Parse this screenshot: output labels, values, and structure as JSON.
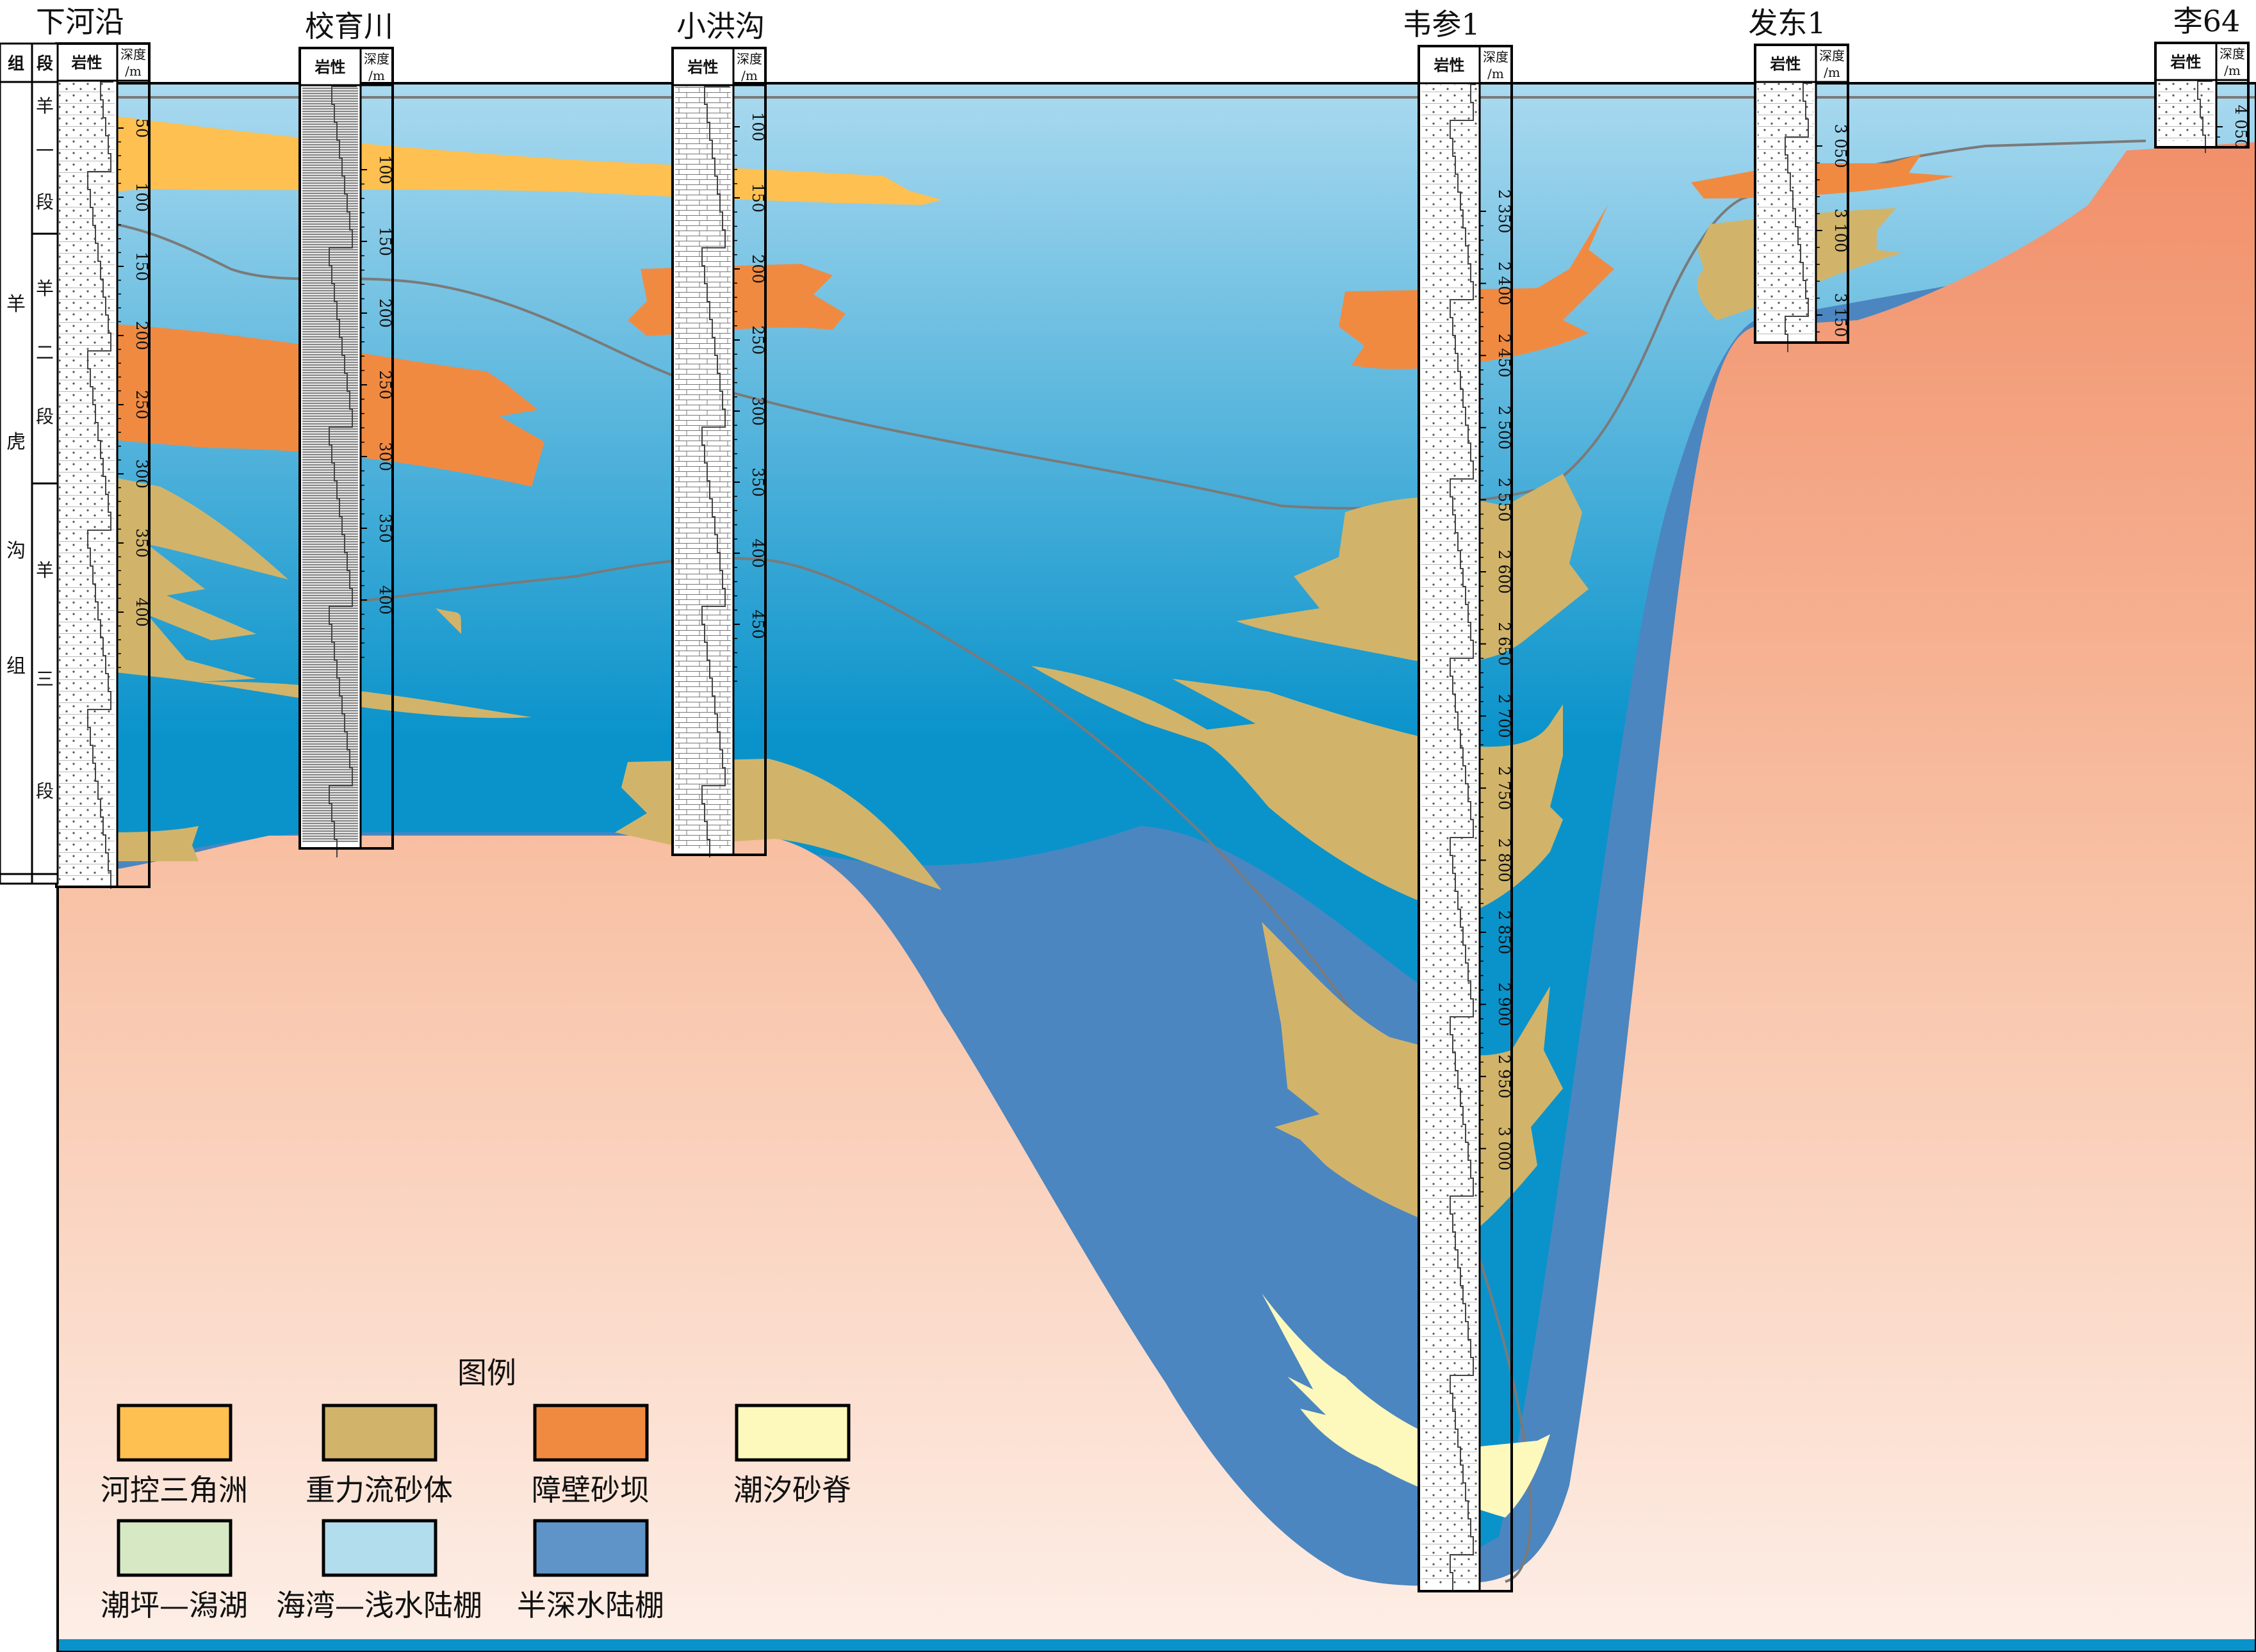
{
  "wells": [
    {
      "id": "xiaheyan",
      "name": "下河沿",
      "ticks": [
        "50",
        "100",
        "150",
        "200",
        "250",
        "300",
        "350",
        "400"
      ]
    },
    {
      "id": "xiaoyuchuan",
      "name": "校育川",
      "ticks": [
        "100",
        "150",
        "200",
        "250",
        "300",
        "350",
        "400"
      ]
    },
    {
      "id": "xiaohonggou",
      "name": "小洪沟",
      "ticks": [
        "100",
        "150",
        "200",
        "250",
        "300",
        "350",
        "400",
        "450"
      ]
    },
    {
      "id": "weican1",
      "name": "韦参1",
      "ticks": [
        "2 350",
        "2 400",
        "2 450",
        "2 500",
        "2 550",
        "2 600",
        "2 650",
        "2 700",
        "2 750",
        "2 800",
        "2 850",
        "2 900",
        "2 950",
        "3 000"
      ]
    },
    {
      "id": "fadong1",
      "name": "发东1",
      "ticks": [
        "3 050",
        "3 100",
        "3 150"
      ]
    },
    {
      "id": "li64",
      "name": "李64",
      "ticks": [
        "4 050"
      ]
    }
  ],
  "column_headers": {
    "formation": "组",
    "member": "段",
    "lithology": "岩性",
    "depth_line1": "深度",
    "depth_line2": "/m"
  },
  "strat_column": {
    "formation_name": [
      "羊",
      "虎",
      "沟",
      "组"
    ],
    "members": [
      [
        "羊",
        "一",
        "段"
      ],
      [
        "羊",
        "二",
        "段"
      ],
      [
        "羊",
        "三",
        "段"
      ]
    ]
  },
  "legend": {
    "title": "图例",
    "items": [
      {
        "label": "河控三角洲",
        "color": "#FDC051"
      },
      {
        "label": "重力流砂体",
        "color": "#D1B46A"
      },
      {
        "label": "障壁砂坝",
        "color": "#F18A41"
      },
      {
        "label": "潮汐砂脊",
        "color": "#FDF9BD"
      },
      {
        "label": "潮坪—潟湖",
        "color": "#D6E8C4"
      },
      {
        "label": "海湾—浅水陆棚",
        "color": "#B2DDEC"
      },
      {
        "label": "半深水陆棚",
        "color": "#5F94C8"
      }
    ]
  },
  "colors": {
    "shallow_top": "#A9D9EF",
    "shallow_bottom": "#0A93CB",
    "deep": "#4B86C0",
    "basement_top": "#F1906A",
    "basement_bottom": "#FDEEE6",
    "boundary_line": "#7A7A7A"
  }
}
